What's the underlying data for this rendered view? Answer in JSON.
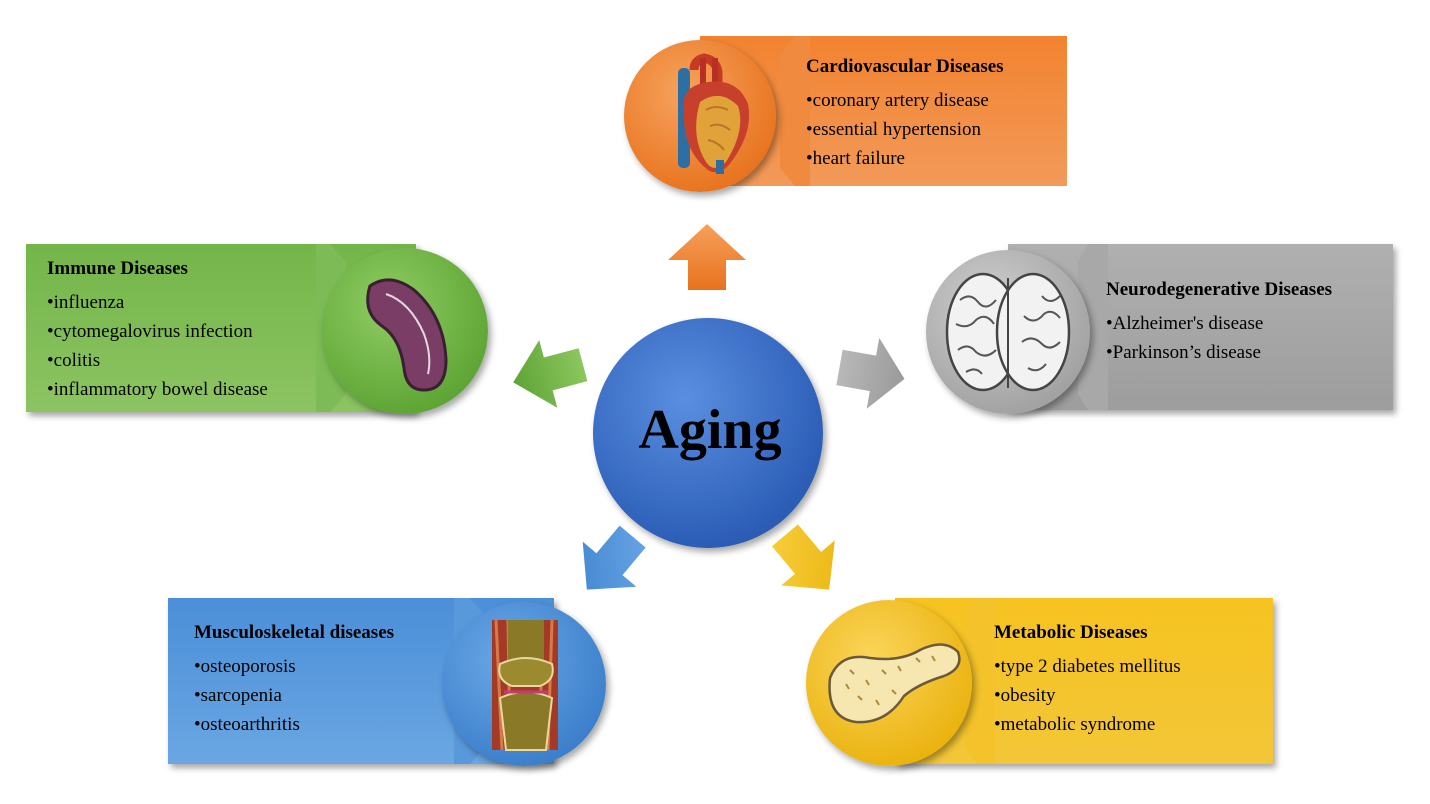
{
  "center": {
    "label": "Aging"
  },
  "groups": {
    "cardiovascular": {
      "title": "Cardiovascular  Diseases",
      "items": [
        "•coronary  artery  disease",
        "•essential  hypertension",
        "•heart  failure"
      ],
      "color": "#F07E2C",
      "icon": "heart-icon"
    },
    "neurodegenerative": {
      "title": "Neurodegenerative  Diseases",
      "items": [
        "•Alzheimer's  disease",
        "•Parkinson’s  disease"
      ],
      "color": "#A5A5A5",
      "icon": "brain-icon"
    },
    "metabolic": {
      "title": "Metabolic  Diseases",
      "items": [
        "•type  2  diabetes  mellitus",
        "•obesity",
        "•metabolic  syndrome"
      ],
      "color": "#F5C01A",
      "icon": "pancreas-icon"
    },
    "musculoskeletal": {
      "title": "Musculoskeletal  diseases",
      "items": [
        "•osteoporosis",
        "•sarcopenia",
        "•osteoarthritis"
      ],
      "color": "#4A8FD6",
      "icon": "joint-icon"
    },
    "immune": {
      "title": "Immune  Diseases",
      "items": [
        "•influenza",
        "•cytomegalovirus  infection",
        "•colitis",
        "•inflammatory  bowel  disease"
      ],
      "color": "#6DB043",
      "icon": "spleen-icon"
    }
  }
}
